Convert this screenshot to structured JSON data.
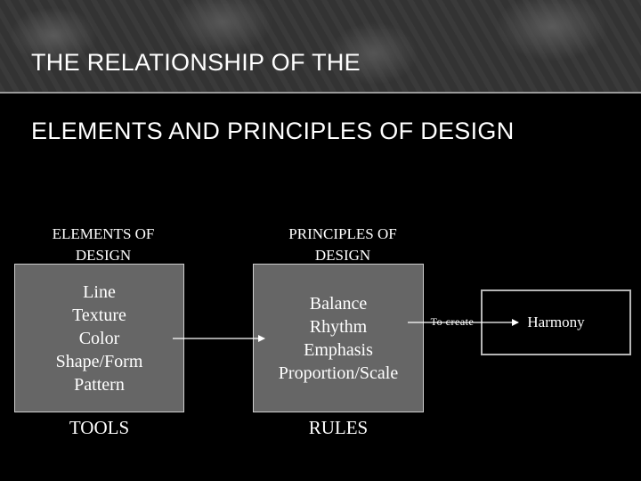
{
  "title": {
    "line1": "THE RELATIONSHIP OF THE",
    "line2": "ELEMENTS AND PRINCIPLES OF DESIGN"
  },
  "elements": {
    "heading": "ELEMENTS OF DESIGN",
    "items": [
      "Line",
      "Texture",
      "Color",
      "Shape/Form",
      "Pattern"
    ],
    "footer": "TOOLS"
  },
  "principles": {
    "heading": "PRINCIPLES OF DESIGN",
    "items": [
      "Balance",
      "Rhythm",
      "Emphasis",
      "Proportion/Scale"
    ],
    "footer": "RULES"
  },
  "connector_label": "To create",
  "result": "Harmony",
  "colors": {
    "background": "#000000",
    "box_fill": "#666666",
    "arrow": "#ffffff"
  }
}
